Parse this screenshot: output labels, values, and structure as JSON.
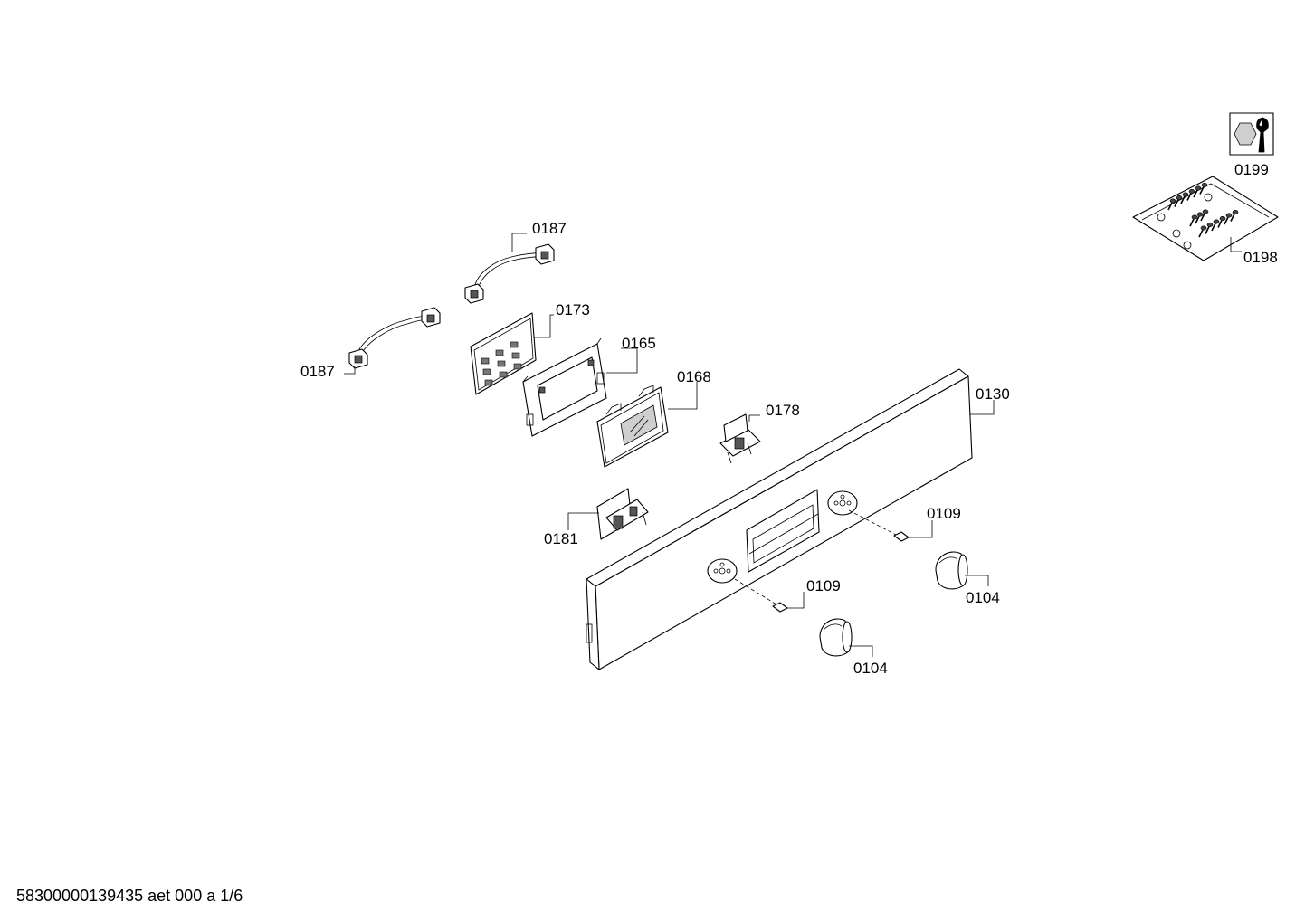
{
  "labels": {
    "l0199": "0199",
    "l0198": "0198",
    "l0187a": "0187",
    "l0187b": "0187",
    "l0173": "0173",
    "l0165": "0165",
    "l0168": "0168",
    "l0178": "0178",
    "l0130": "0130",
    "l0181": "0181",
    "l0109a": "0109",
    "l0109b": "0109",
    "l0104a": "0104",
    "l0104b": "0104"
  },
  "footer": "58300000139435 aet 000 a 1/6",
  "icons": {
    "service_tool": "wrench-and-nut-icon",
    "screw_bag": "screw-bag-icon"
  }
}
